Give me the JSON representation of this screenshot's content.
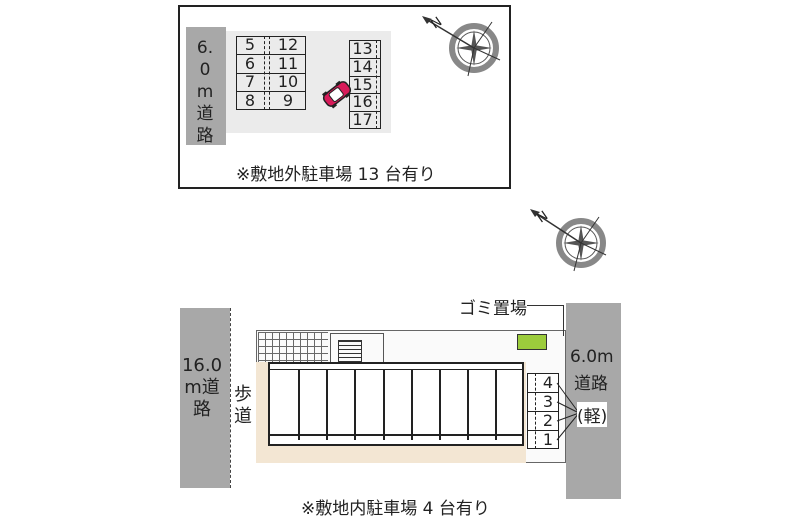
{
  "top_panel": {
    "road_label": "6.0m道路",
    "caption": "※敷地外駐車場 13 台有り",
    "grid_left": [
      {
        "a": "5",
        "b": "12"
      },
      {
        "a": "6",
        "b": "11"
      },
      {
        "a": "7",
        "b": "10"
      },
      {
        "a": "8",
        "b": "9"
      }
    ],
    "grid_right": [
      "13",
      "14",
      "15",
      "16",
      "17"
    ],
    "compass": "N"
  },
  "bottom_panel": {
    "left_road_label": "16.0m道路",
    "sidewalk_label": "歩道",
    "right_road_label_1": "6.0m",
    "right_road_label_2": "道路",
    "garbage_label": "ゴミ置場",
    "kei_label": "(軽)",
    "parking_numbers": [
      "4",
      "3",
      "2",
      "1"
    ],
    "caption": "※敷地内駐車場 4 台有り",
    "compass": "N"
  },
  "colors": {
    "road": "#a8a8a8",
    "lot": "#ebebeb",
    "sand": "#f3e6d3",
    "car": "#d81b5a",
    "garbage": "#9ccc3c"
  }
}
